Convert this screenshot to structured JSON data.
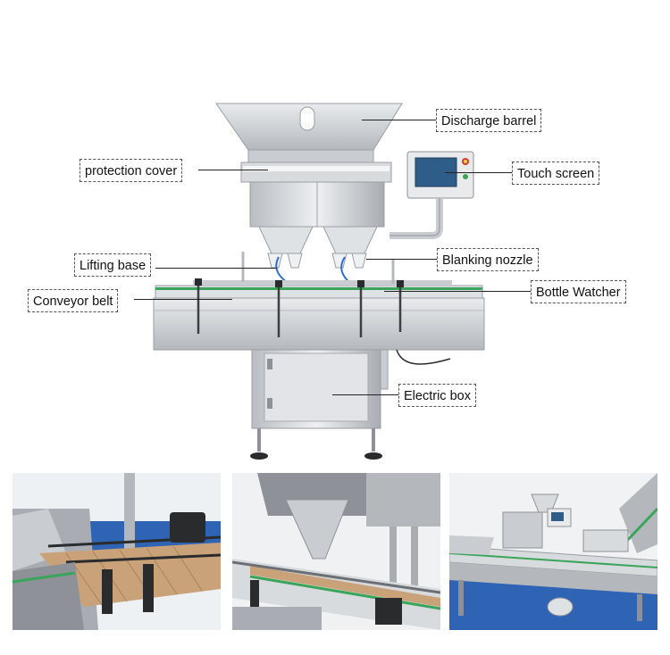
{
  "labels": {
    "discharge_barrel": "Discharge barrel",
    "protection_cover": "protection cover",
    "touch_screen": "Touch screen",
    "blanking_nozzle": "Blanking nozzle",
    "lifting_base": "Lifting base",
    "bottle_watcher": "Bottle Watcher",
    "conveyor_belt": "Conveyor belt",
    "electric_box": "Electric box"
  },
  "colors": {
    "steel_light": "#e4e6e8",
    "steel_mid": "#c9ccd0",
    "steel_dark": "#8e9298",
    "belt_green": "#3aa55a",
    "screen_blue": "#2f5d8a",
    "hose_blue": "#2c6fd6",
    "floor_blue": "#2f63b3",
    "belt_tan": "#c9a27a"
  }
}
